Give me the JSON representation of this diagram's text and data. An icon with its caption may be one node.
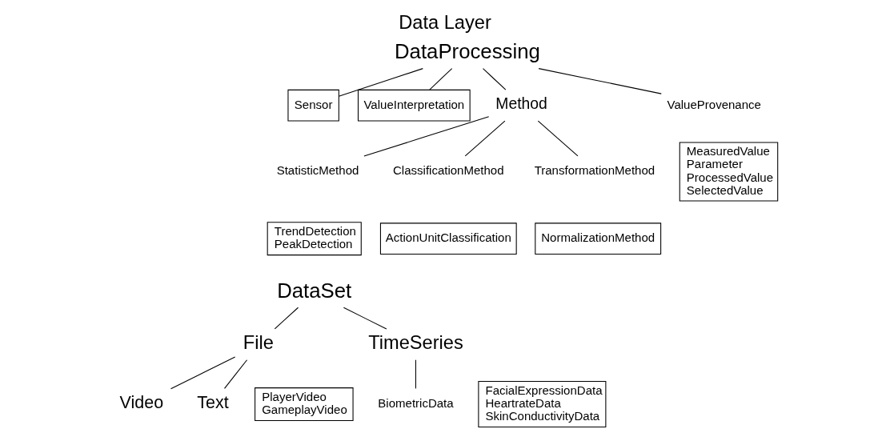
{
  "diagram": {
    "title": "Data Layer",
    "nodes": [
      {
        "text": [
          "DataProcessing"
        ]
      },
      {
        "text": [
          "Sensor"
        ]
      },
      {
        "text": [
          "ValueInterpretation"
        ]
      },
      {
        "text": [
          "Method"
        ]
      },
      {
        "text": [
          "ValueProvenance"
        ]
      },
      {
        "text": [
          "StatisticMethod"
        ]
      },
      {
        "text": [
          "ClassificationMethod"
        ]
      },
      {
        "text": [
          "TransformationMethod"
        ]
      },
      {
        "text": [
          "MeasuredValue",
          "Parameter",
          "ProcessedValue",
          "SelectedValue"
        ]
      },
      {
        "text": [
          "ActionUnitClassification"
        ]
      },
      {
        "text": [
          "TrendDetection",
          "PeakDetection"
        ]
      },
      {
        "text": [
          "NormalizationMethod"
        ]
      },
      {
        "text": [
          "DataSet"
        ]
      },
      {
        "text": [
          "File"
        ]
      },
      {
        "text": [
          "TimeSeries"
        ]
      },
      {
        "text": [
          "Video"
        ]
      },
      {
        "text": [
          "Text"
        ]
      },
      {
        "text": [
          "PlayerVideo",
          "GameplayVideo"
        ]
      },
      {
        "text": [
          "BiometricData"
        ]
      },
      {
        "text": [
          "FacialExpressionData",
          "HeartrateData",
          "SkinConductivityData"
        ]
      }
    ],
    "edges": [
      {
        "from": 0,
        "to": 1,
        "arrow": "none"
      },
      {
        "from": 0,
        "to": 2,
        "arrow": "none"
      },
      {
        "from": 0,
        "to": 3,
        "arrow": "none"
      },
      {
        "from": 0,
        "to": 4,
        "arrow": "none"
      },
      {
        "from": 3,
        "to": 6,
        "arrow": "none"
      },
      {
        "from": 3,
        "to": 5,
        "arrow": "none"
      },
      {
        "from": 3,
        "to": 7,
        "arrow": "none"
      },
      {
        "from": 12,
        "to": 13,
        "arrow": "none"
      },
      {
        "from": 12,
        "to": 14,
        "arrow": "none"
      },
      {
        "from": 13,
        "to": 15,
        "arrow": "none"
      },
      {
        "from": 13,
        "to": 16,
        "arrow": "none"
      },
      {
        "from": 14,
        "to": 18,
        "arrow": "none"
      }
    ]
  }
}
